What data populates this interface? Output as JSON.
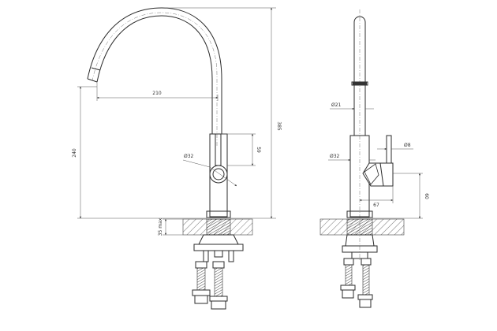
{
  "colors": {
    "line": "#2b2b2b",
    "dimension": "#555555",
    "text": "#333333",
    "background": "#ffffff"
  },
  "front_view": {
    "dimensions": {
      "spout_reach": "210",
      "spout_height": "240",
      "total_height": "385",
      "lever_height": "59",
      "body_diameter": "Ø32",
      "countertop": "35 max"
    }
  },
  "side_view": {
    "dimensions": {
      "spout_diameter": "Ø21",
      "lever_diameter": "Ø8",
      "body_diameter": "Ø32",
      "lever_projection": "67",
      "lever_height": "60"
    }
  }
}
